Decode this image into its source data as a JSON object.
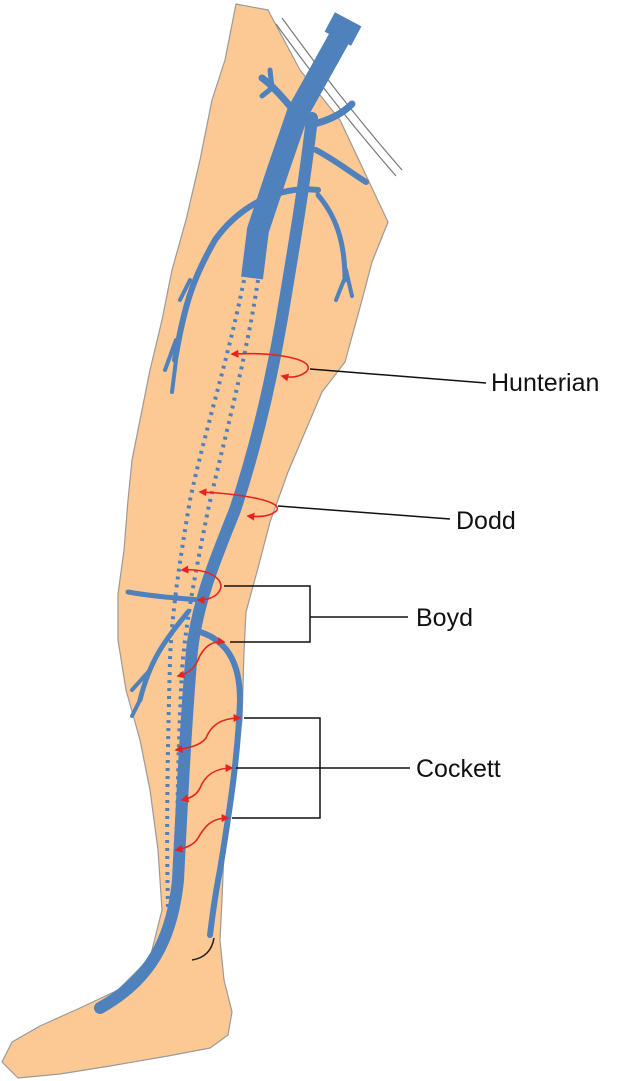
{
  "labels": {
    "hunterian": "Hunterian",
    "dodd": "Dodd",
    "boyd": "Boyd",
    "cockett": "Cockett"
  },
  "colors": {
    "skin": "#fcc994",
    "skin_outline": "#9a9a9a",
    "vein": "#4f81bd",
    "perforator": "#e8231f",
    "leader_line": "#111111"
  }
}
